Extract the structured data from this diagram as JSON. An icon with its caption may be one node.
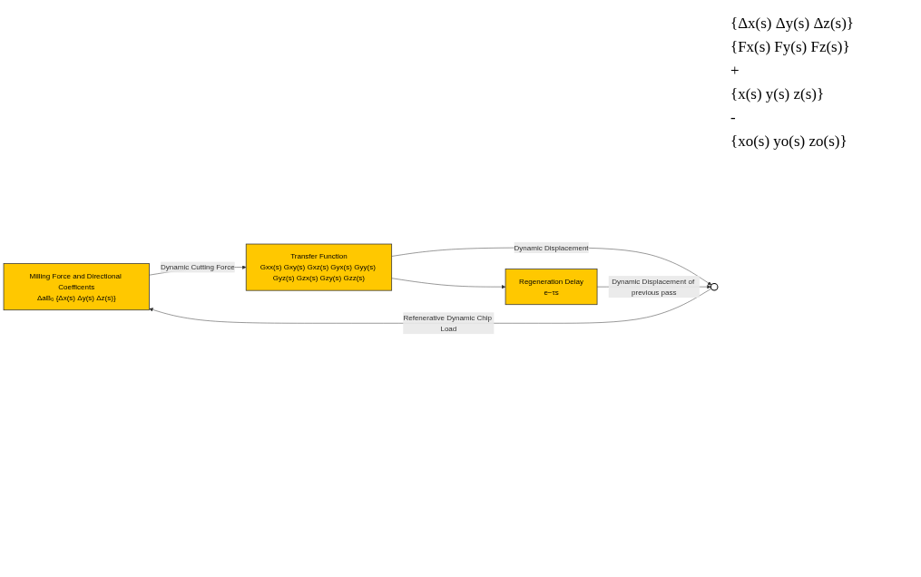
{
  "diagram": {
    "nodes": [
      {
        "text": [
          "Milling Force and Directional Coefficents",
          "ΔaB₀ {Δx(s) Δy(s) Δz(s)}"
        ]
      },
      {
        "text": [
          "Transfer Function",
          "Gxx(s) Gxy(s) Gxz(s) Gyx(s) Gyy(s) Gyz(s) Gzx(s) Gzy(s) Gzz(s)"
        ]
      },
      {
        "text": [],
        "shape": "circle"
      },
      {
        "text": [
          "Regeneration Delay",
          "e−τs"
        ]
      }
    ],
    "edges": [
      {
        "from": 2,
        "to": 0,
        "arrow": "to",
        "label": "Refenerative Dynamic Chip Load"
      },
      {
        "from": 0,
        "to": 1,
        "arrow": "to",
        "label": "Dynamic Cutting Force"
      },
      {
        "from": 1,
        "to": 2,
        "arrow": "to",
        "label": "Dynamic Displacement"
      },
      {
        "from": 1,
        "to": 3,
        "arrow": "to"
      },
      {
        "from": 3,
        "to": 2,
        "arrow": "to",
        "label": "Dynamic Displacement of previous pass"
      }
    ],
    "labels": [
      "{Δx(s) Δy(s) Δz(s)}",
      "{Fx(s) Fy(s) Fz(s)}",
      "+",
      "{x(s) y(s) z(s)}",
      "-",
      "{xo(s) yo(s) zo(s)}"
    ]
  }
}
